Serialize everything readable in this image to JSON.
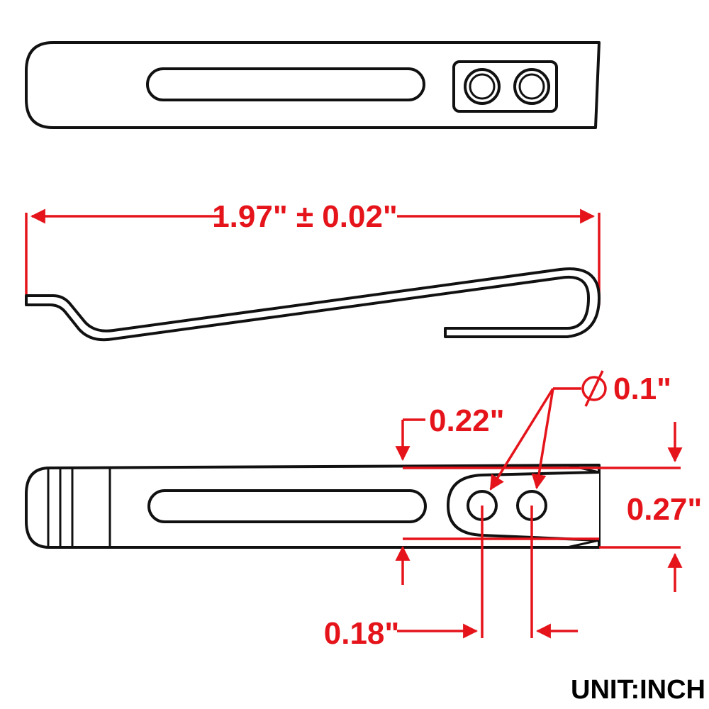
{
  "dimensions": {
    "length": "1.97\" ± 0.02\"",
    "hole_diameter": "0.1\"",
    "offset_top": "0.22\"",
    "width": "0.27\"",
    "hole_offset": "0.18\""
  },
  "unit_label": "UNIT:INCH",
  "colors": {
    "dimension": "#e5141b",
    "outline": "#111111"
  }
}
